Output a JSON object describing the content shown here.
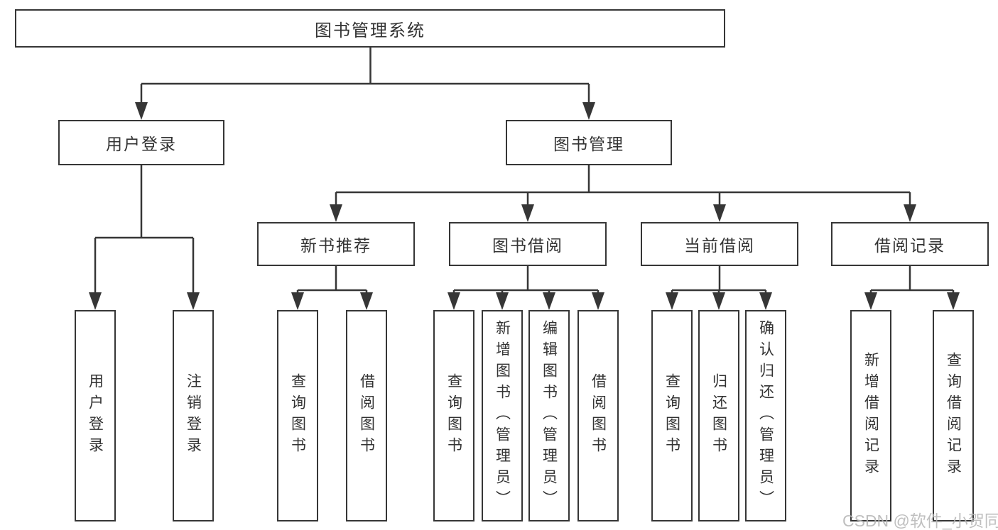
{
  "colors": {
    "line": "#363636",
    "box_border": "#363636",
    "text": "#333333",
    "watermark": "#b5b5b5",
    "background": "#ffffff"
  },
  "watermark": {
    "text": "CSDN @软件_小贺同学"
  },
  "tree": {
    "root": {
      "label": "图书管理系统"
    },
    "children": [
      {
        "label": "用户登录",
        "children": [
          {
            "label": "用户登录"
          },
          {
            "label": "注销登录"
          }
        ]
      },
      {
        "label": "图书管理",
        "children": [
          {
            "label": "新书推荐",
            "children": [
              {
                "label": "查询图书"
              },
              {
                "label": "借阅图书"
              }
            ]
          },
          {
            "label": "图书借阅",
            "children": [
              {
                "label": "查询图书"
              },
              {
                "label": "新增图书（管理员）"
              },
              {
                "label": "编辑图书（管理员）"
              },
              {
                "label": "借阅图书"
              }
            ]
          },
          {
            "label": "当前借阅",
            "children": [
              {
                "label": "查询图书"
              },
              {
                "label": "归还图书"
              },
              {
                "label": "确认归还（管理员）"
              }
            ]
          },
          {
            "label": "借阅记录",
            "children": [
              {
                "label": "新增借阅记录"
              },
              {
                "label": "查询借阅记录"
              }
            ]
          }
        ]
      }
    ]
  }
}
